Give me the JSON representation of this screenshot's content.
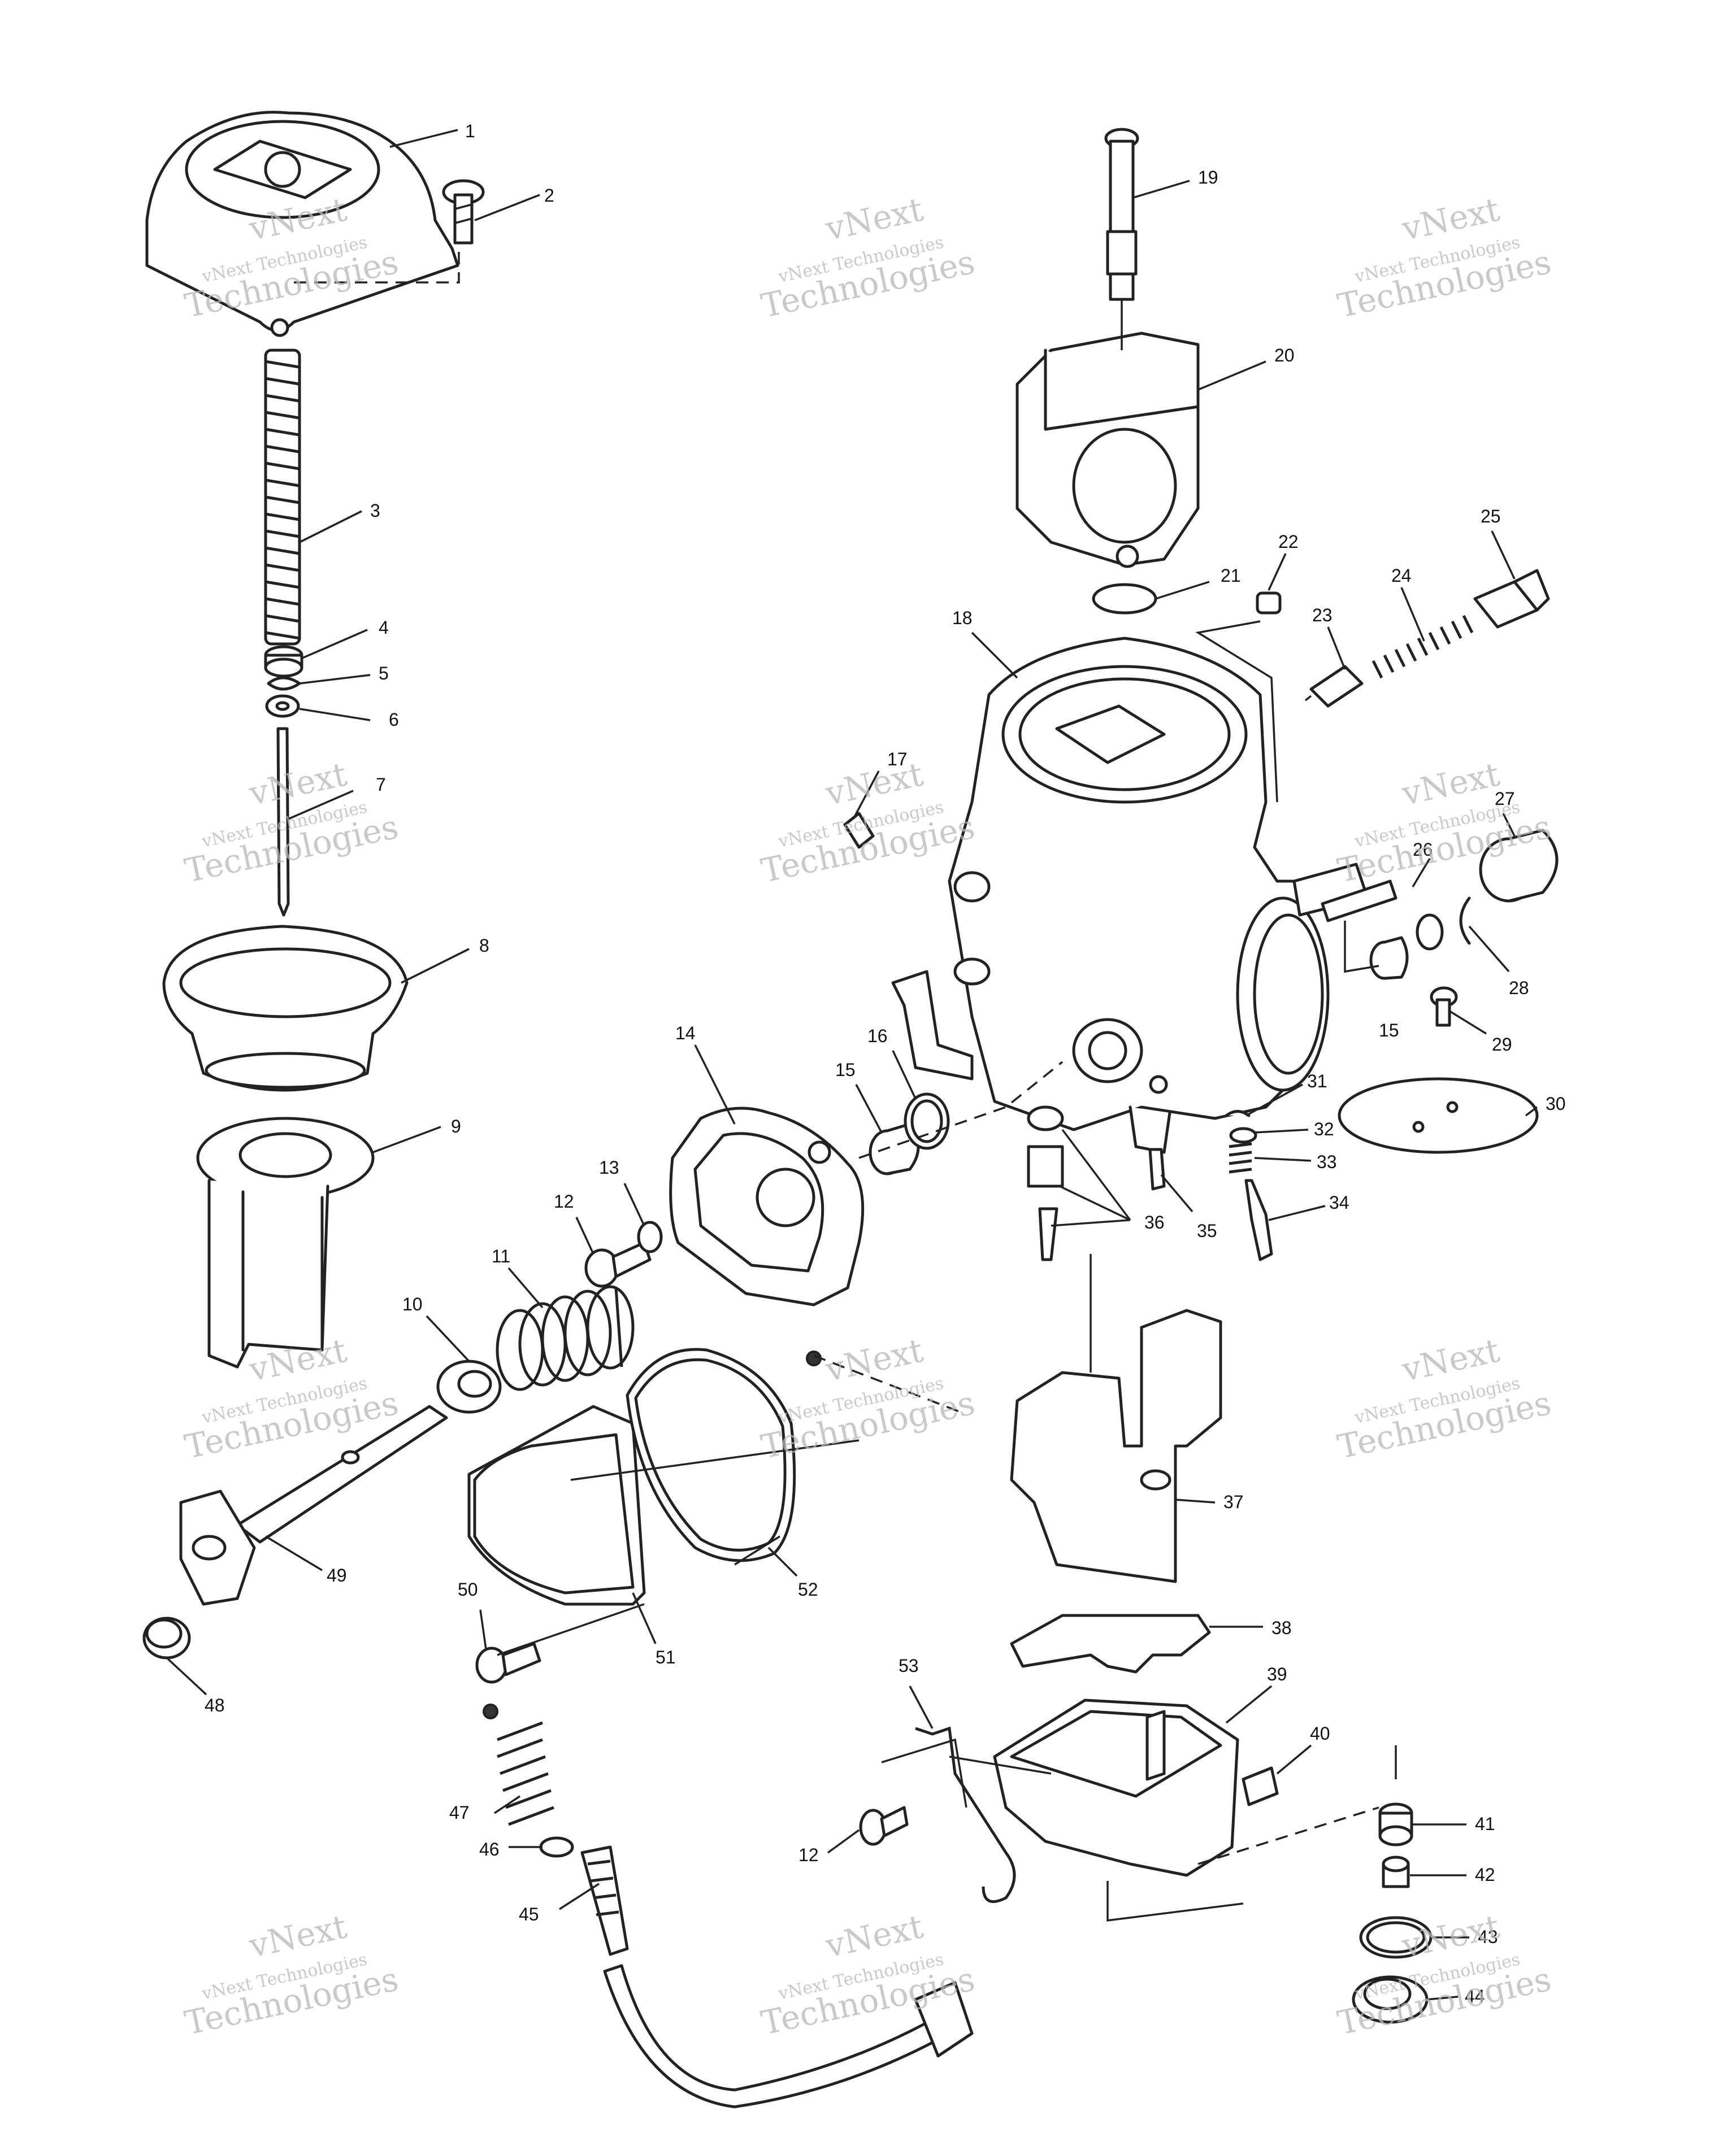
{
  "watermark": {
    "line1": "vNext",
    "line2": "vNext Technologies",
    "line3": "Technologies"
  },
  "callouts": [
    "1",
    "2",
    "3",
    "4",
    "5",
    "6",
    "7",
    "8",
    "9",
    "10",
    "11",
    "12",
    "13",
    "14",
    "15",
    "16",
    "17",
    "18",
    "19",
    "20",
    "21",
    "22",
    "23",
    "24",
    "25",
    "26",
    "27",
    "28",
    "29",
    "30",
    "31",
    "32",
    "33",
    "34",
    "35",
    "36",
    "37",
    "38",
    "39",
    "40",
    "41",
    "42",
    "43",
    "44",
    "45",
    "46",
    "47",
    "48",
    "49",
    "50",
    "51",
    "52",
    "53"
  ],
  "callouts_repeat": [
    "15",
    "12"
  ]
}
